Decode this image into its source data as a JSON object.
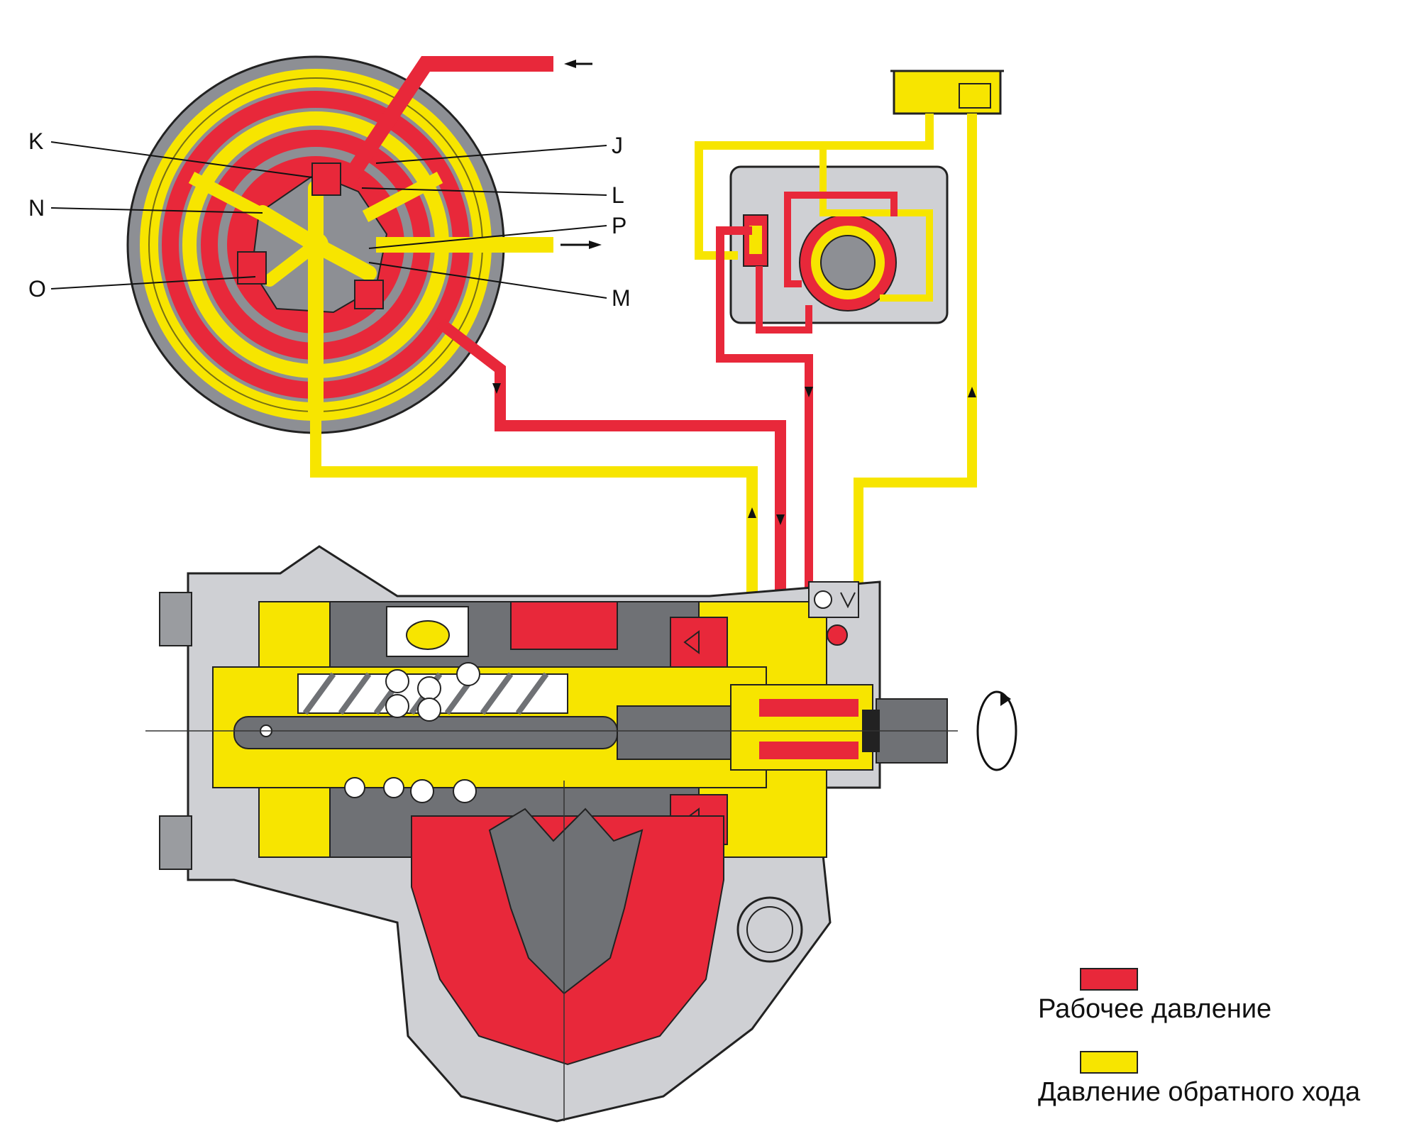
{
  "callouts": {
    "K": "K",
    "N": "N",
    "O": "O",
    "J": "J",
    "L": "L",
    "P": "P",
    "M": "M"
  },
  "legend": {
    "working_pressure": {
      "label": "Рабочее давление",
      "color": "#e8283a"
    },
    "return_pressure": {
      "label": "Давление обратного хода",
      "color": "#f7e500"
    }
  },
  "colors": {
    "housing": "#8d8f94",
    "housing_light": "#cfd0d4",
    "outline": "#222222"
  }
}
